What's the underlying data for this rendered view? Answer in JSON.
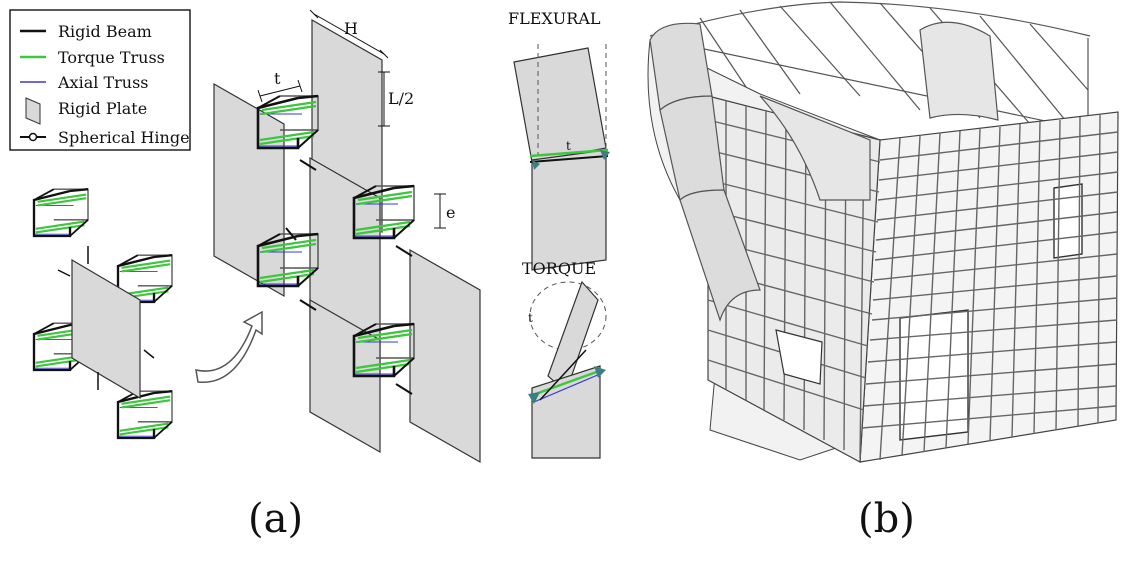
{
  "legend": {
    "rigid_beam": "Rigid Beam",
    "torque_truss": "Torque Truss",
    "axial_truss": "Axial Truss",
    "rigid_plate": "Rigid Plate",
    "spherical_hinge": "Spherical Hinge"
  },
  "dims": {
    "t": "t",
    "h": "H",
    "l_half": "L/2",
    "e": "e"
  },
  "modes": {
    "flexural": "FLEXURAL",
    "torque": "TORQUE",
    "flex_t": "t",
    "torque_t": "t"
  },
  "captions": {
    "a": "(a)",
    "b": "(b)"
  },
  "colors": {
    "rigid_beam": "#111111",
    "torque_truss": "#3ec63e",
    "axial_truss": "#3a3ad0",
    "plate_fill": "#d9d9d9",
    "plate_stroke": "#333333"
  }
}
